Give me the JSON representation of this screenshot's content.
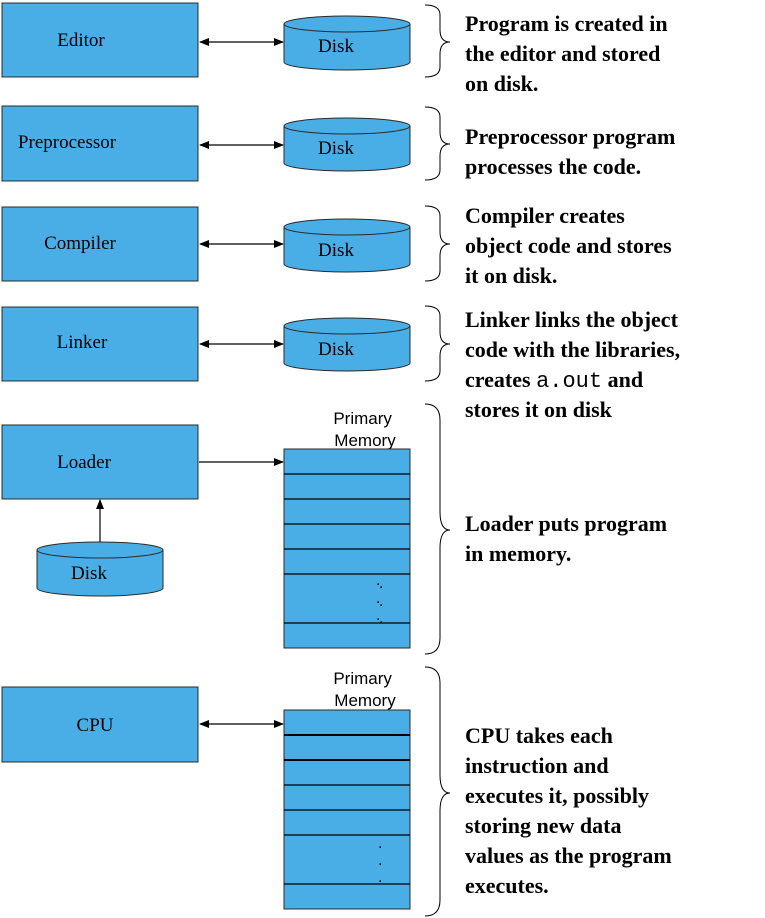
{
  "stages": [
    {
      "id": "editor",
      "label": "Editor",
      "disk": "Disk",
      "description": [
        "Program is created in",
        "the editor and stored",
        "on disk."
      ]
    },
    {
      "id": "preprocessor",
      "label": "Preprocessor",
      "disk": "Disk",
      "description": [
        "Preprocessor program",
        "processes the code."
      ]
    },
    {
      "id": "compiler",
      "label": "Compiler",
      "disk": "Disk",
      "description": [
        "Compiler creates",
        "object code and stores",
        "it on disk."
      ]
    },
    {
      "id": "linker",
      "label": "Linker",
      "disk": "Disk",
      "description": [
        "Linker links the object",
        "code with the libraries,",
        "creates ",
        "a.out",
        " and",
        "stores it on disk"
      ]
    },
    {
      "id": "loader",
      "label": "Loader",
      "disk": "Disk",
      "memory_title": [
        "Primary",
        "Memory"
      ],
      "description": [
        "Loader puts program",
        "in memory."
      ]
    },
    {
      "id": "cpu",
      "label": "CPU",
      "memory_title": [
        "Primary",
        "Memory"
      ],
      "description": [
        "CPU takes each",
        "instruction and",
        "executes it, possibly",
        "storing new data",
        "values as the program",
        "executes."
      ]
    }
  ],
  "ellipsis": ".",
  "colors": {
    "box_fill": "#4aaee6",
    "stroke": "#000000"
  }
}
